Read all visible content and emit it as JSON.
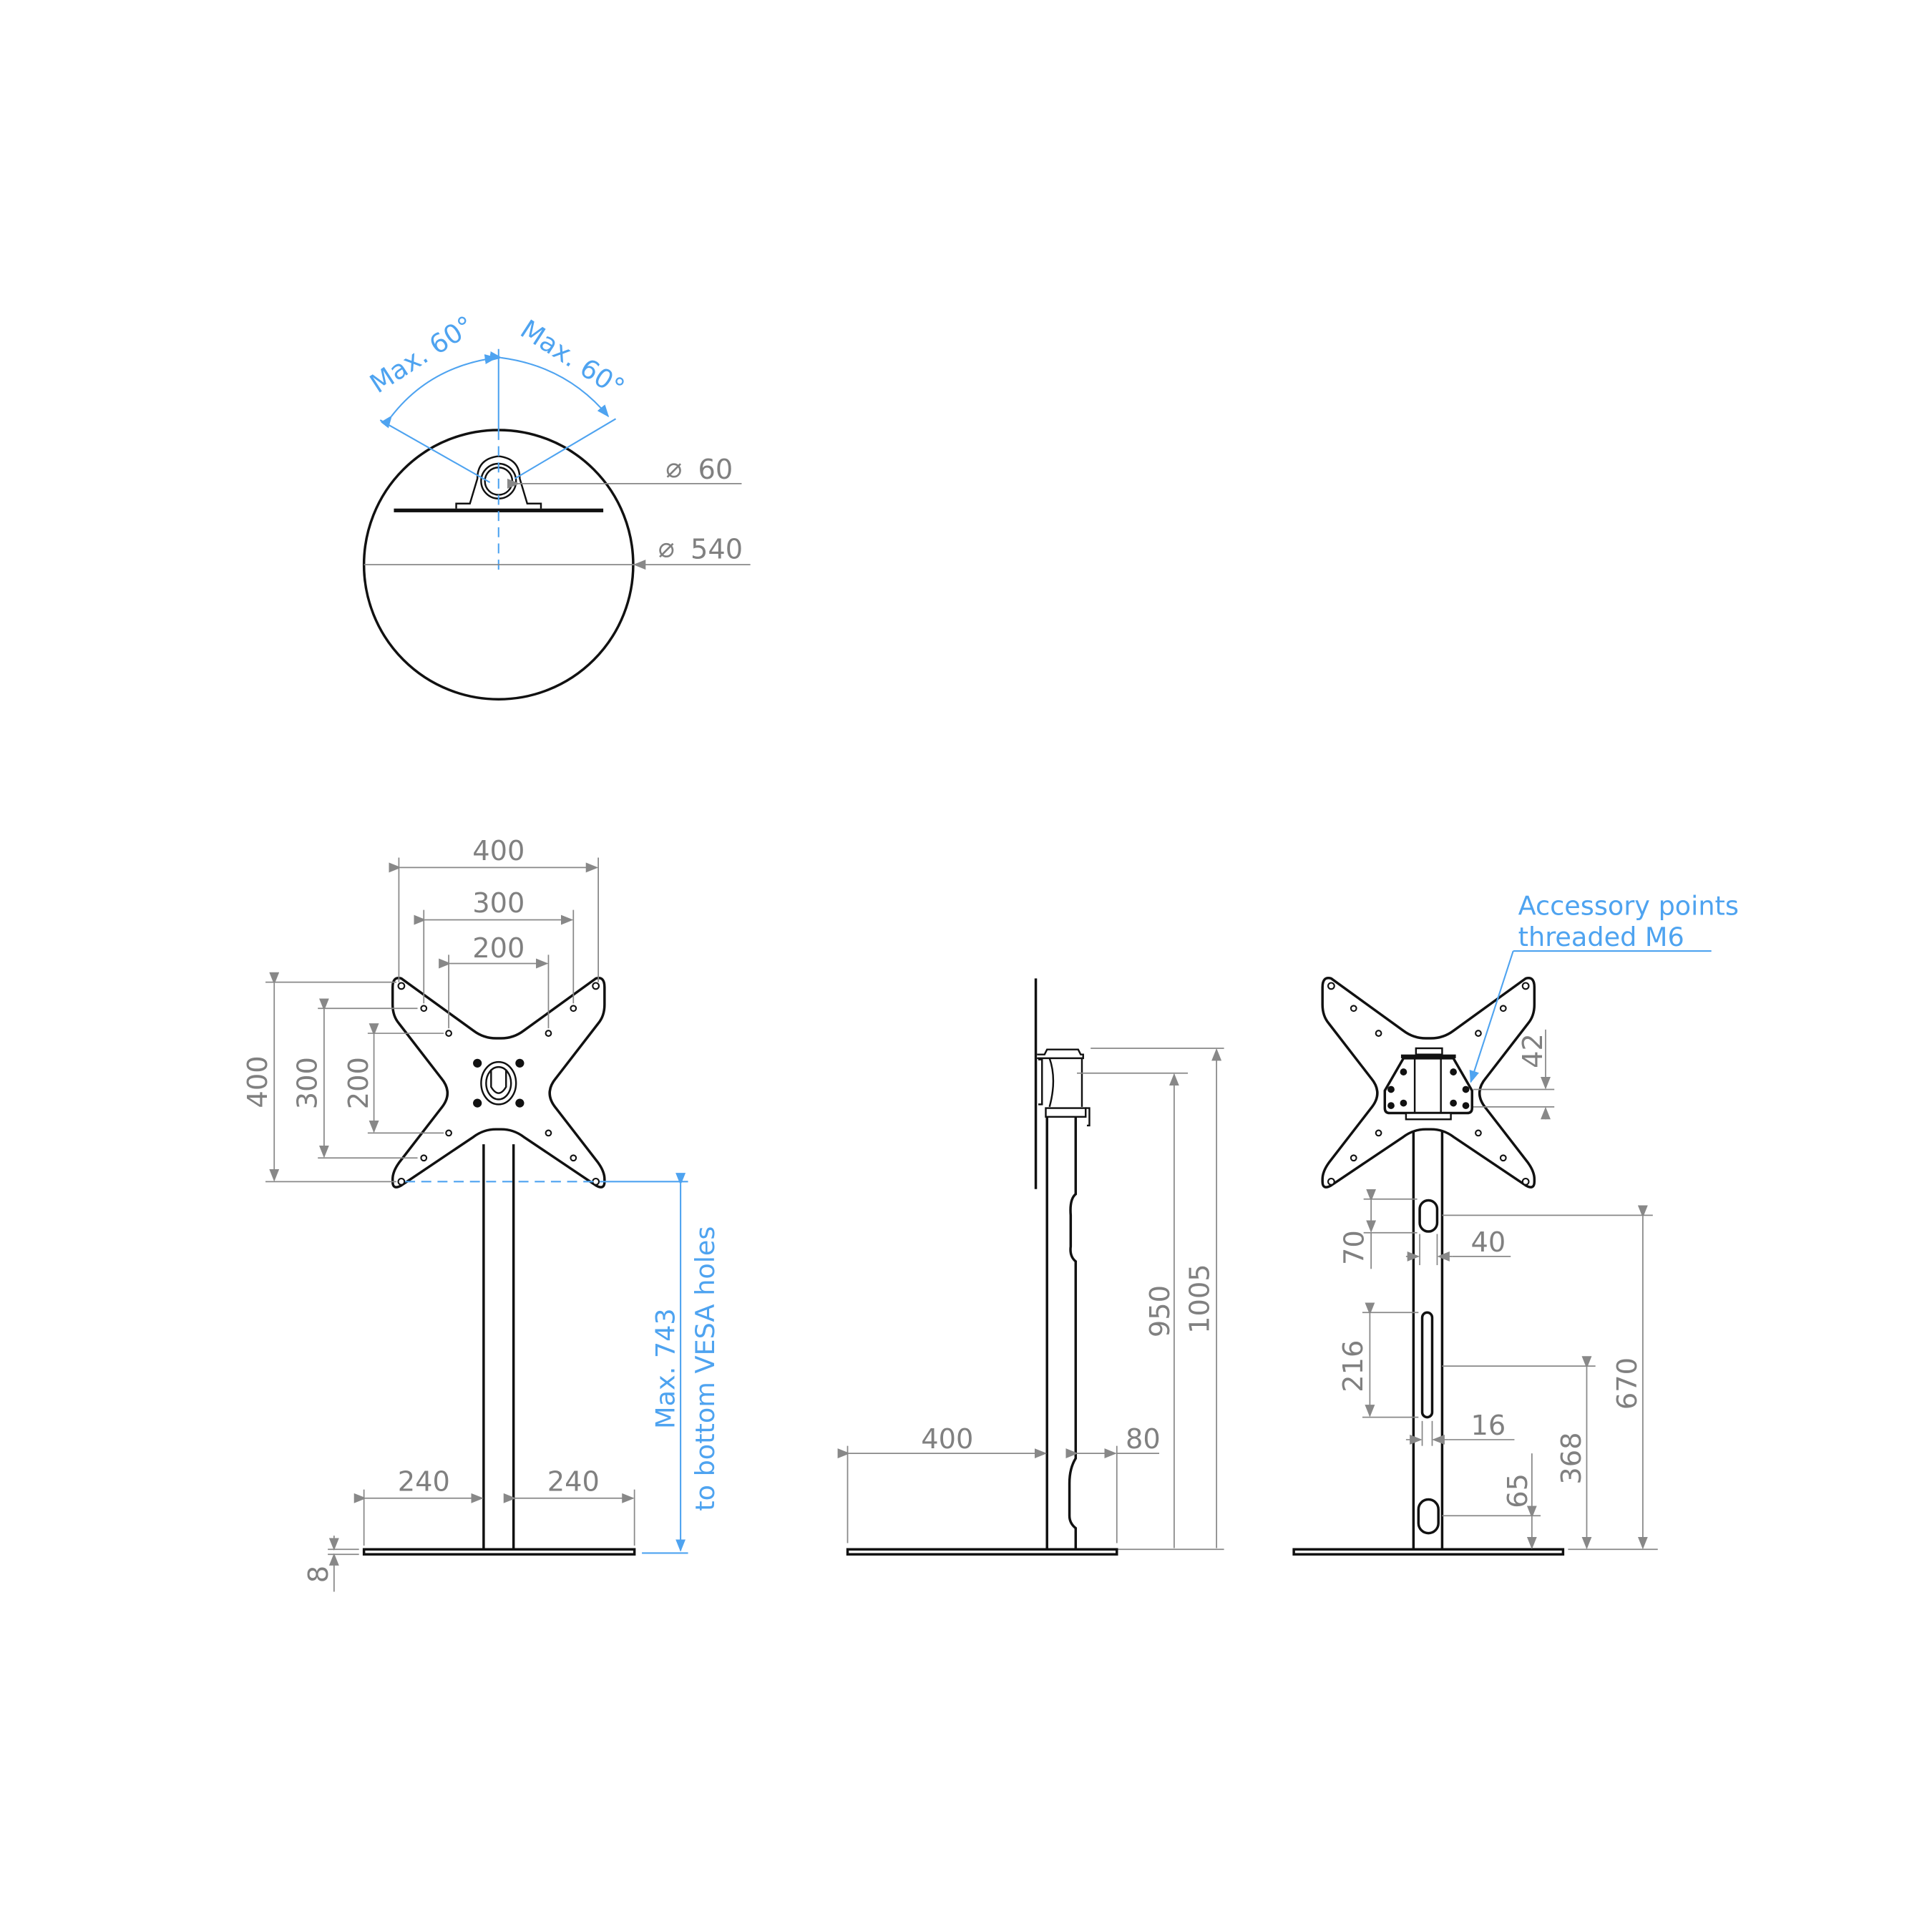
{
  "colors": {
    "line": "#111111",
    "dimension": "#808080",
    "annotation": "#4ea3f0",
    "background": "#ffffff"
  },
  "top_view": {
    "angle_left": "Max. 60°",
    "angle_right": "Max. 60°",
    "pole_diameter_symbol": "⌀",
    "pole_diameter": "60",
    "base_diameter_symbol": "⌀",
    "base_diameter": "540"
  },
  "front_view": {
    "vesa_width_400": "400",
    "vesa_width_300": "300",
    "vesa_width_200": "200",
    "vesa_height_400": "400",
    "vesa_height_300": "300",
    "vesa_height_200": "200",
    "base_left": "240",
    "base_right": "240",
    "base_thickness": "8",
    "max_height_line1": "Max. 743",
    "max_height_line2": "to bottom VESA holes"
  },
  "side_view": {
    "base_front": "400",
    "base_rear": "80",
    "height_950": "950",
    "height_1005": "1005"
  },
  "rear_view": {
    "callout_line1": "Accessory points",
    "callout_line2": "threaded M6",
    "spacing_42": "42",
    "hole_height_70": "70",
    "hole_width_40": "40",
    "slot_length_216": "216",
    "slot_width_16": "16",
    "bottom_hole_65": "65",
    "slot_center_368": "368",
    "top_hole_670": "670"
  }
}
